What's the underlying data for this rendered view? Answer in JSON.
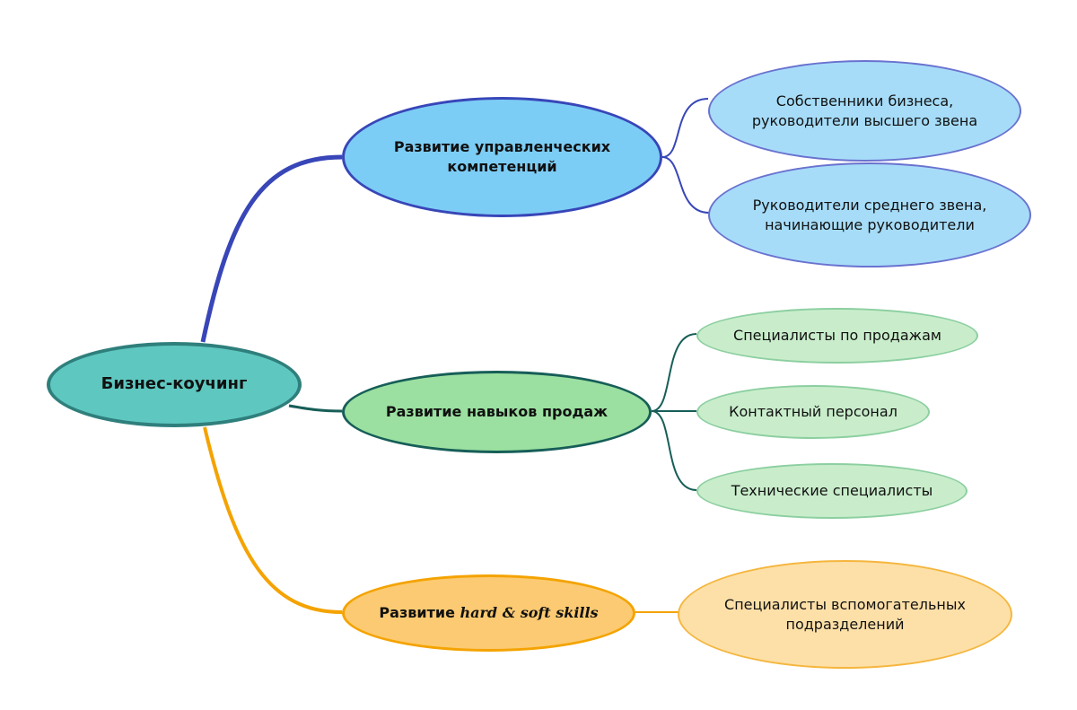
{
  "root": {
    "label": "Бизнес-коучинг",
    "color": "#5ec8c0"
  },
  "branches": [
    {
      "label": "Развитие управленческих компетенций",
      "color": "#7ccdf5",
      "line_color": "#3846b8",
      "children": [
        {
          "label": "Собственники бизнеса, руководители высшего звена"
        },
        {
          "label": "Руководители среднего звена, начинающие руководители"
        }
      ]
    },
    {
      "label": "Развитие навыков продаж",
      "color": "#9be0a0",
      "line_color": "#175e58",
      "children": [
        {
          "label": "Специалисты по продажам"
        },
        {
          "label": "Контактный персонал"
        },
        {
          "label": "Технические специалисты"
        }
      ]
    },
    {
      "label_prefix": "Развитие",
      "label_styled": "hard & soft skills",
      "color": "#fcca72",
      "line_color": "#f4a300",
      "children": [
        {
          "label": "Специалисты вспомогательных подразделений"
        }
      ]
    }
  ]
}
